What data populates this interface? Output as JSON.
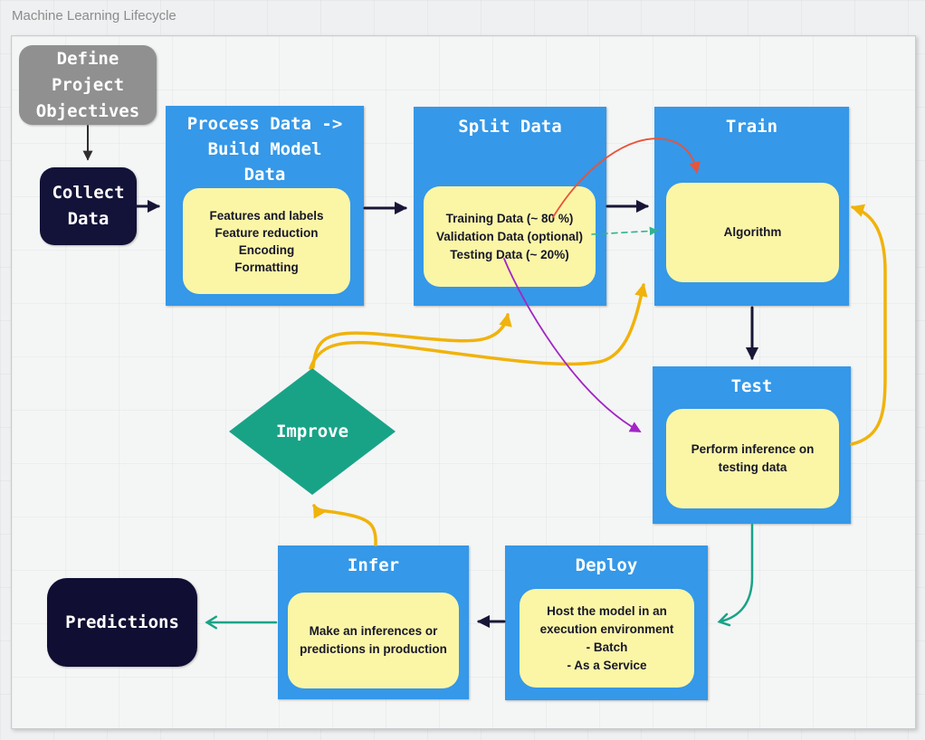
{
  "title": "Machine Learning Lifecycle",
  "colors": {
    "blue": "#3598e8",
    "note-yellow": "#fbf6a6",
    "gold": "#f0b30b",
    "teal": "#18a387",
    "green": "#2eb48c",
    "navy": "#131238",
    "navy-arrow": "#181636",
    "dark-navy": "#100e33",
    "gray": "#909090",
    "red": "#e8533a",
    "purple": "#a226c4",
    "ink": "#17172a",
    "title-gray": "#8c8c8c",
    "grid": "rgba(90,95,100,0.055)"
  },
  "nodes": {
    "define": {
      "label": "Define\nProject\nObjectives"
    },
    "collect": {
      "label": "Collect\nData"
    },
    "process": {
      "title": "Process Data ->\nBuild Model\nData",
      "note": "Features and labels\nFeature reduction\nEncoding\nFormatting"
    },
    "split": {
      "title": "Split Data",
      "note": "Training Data (~ 80 %)\nValidation Data (optional)\nTesting Data (~ 20%)"
    },
    "train": {
      "title": "Train",
      "note": "Algorithm"
    },
    "test": {
      "title": "Test",
      "note": "Perform inference on\ntesting data"
    },
    "improve": {
      "label": "Improve"
    },
    "infer": {
      "title": "Infer",
      "note": "Make an inferences or\npredictions in production"
    },
    "deploy": {
      "title": "Deploy",
      "note": "Host the model in an\nexecution environment\n- Batch\n- As a Service"
    },
    "predictions": {
      "label": "Predictions"
    }
  },
  "edges": [
    {
      "id": "define-to-collect",
      "from": "define",
      "to": "collect",
      "color": "black",
      "style": "solid"
    },
    {
      "id": "collect-to-process",
      "from": "collect",
      "to": "process",
      "color": "navy",
      "style": "solid"
    },
    {
      "id": "process-to-split",
      "from": "process",
      "to": "split",
      "color": "navy",
      "style": "solid"
    },
    {
      "id": "split-to-train",
      "from": "split",
      "to": "train",
      "color": "navy",
      "style": "solid"
    },
    {
      "id": "train-to-test",
      "from": "train",
      "to": "test",
      "color": "navy",
      "style": "solid"
    },
    {
      "id": "test-to-deploy",
      "from": "test",
      "to": "deploy",
      "color": "teal",
      "style": "solid"
    },
    {
      "id": "deploy-to-infer",
      "from": "deploy",
      "to": "infer",
      "color": "navy",
      "style": "solid"
    },
    {
      "id": "infer-to-predictions",
      "from": "infer",
      "to": "predictions",
      "color": "teal",
      "style": "solid"
    },
    {
      "id": "infer-to-improve",
      "from": "infer",
      "to": "improve",
      "color": "gold",
      "style": "solid"
    },
    {
      "id": "improve-to-split",
      "from": "improve",
      "to": "split",
      "color": "gold",
      "style": "solid"
    },
    {
      "id": "improve-to-train",
      "from": "improve",
      "to": "train",
      "color": "gold",
      "style": "solid"
    },
    {
      "id": "test-to-train-feedback",
      "from": "test",
      "to": "train",
      "color": "gold",
      "style": "solid"
    },
    {
      "id": "training-data-to-algorithm",
      "from": "split",
      "to": "train",
      "color": "red",
      "style": "solid"
    },
    {
      "id": "validation-data-to-algorithm",
      "from": "split",
      "to": "train",
      "color": "green",
      "style": "dashed"
    },
    {
      "id": "testing-data-to-test",
      "from": "split",
      "to": "test",
      "color": "purple",
      "style": "solid"
    }
  ]
}
